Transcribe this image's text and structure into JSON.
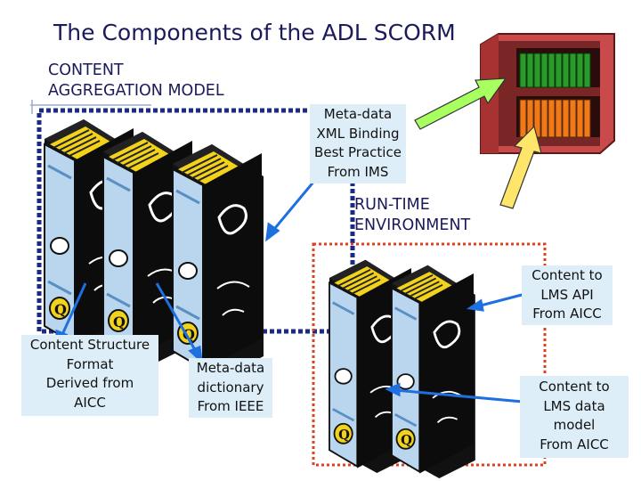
{
  "title": "The Components of the ADL SCORM",
  "aggregation": {
    "line1": "CONTENT",
    "line2": "AGGREGATION MODEL"
  },
  "runtime": {
    "line1": "RUN-TIME",
    "line2": "ENVIRONMENT"
  },
  "labels": {
    "metadata_xml": [
      "Meta-data",
      "XML Binding",
      "Best Practice",
      "From IMS"
    ],
    "content_structure": [
      "Content Structure",
      "Format",
      "Derived from",
      "AICC"
    ],
    "metadata_dict": [
      "Meta-data",
      "dictionary",
      "From IEEE"
    ],
    "lms_api": [
      "Content to",
      "LMS API",
      "From AICC"
    ],
    "lms_data": [
      "Content to",
      "LMS data",
      "model",
      "From AICC"
    ]
  },
  "colors": {
    "title": "#1a1a5c",
    "box_blue": "#1a2a8a",
    "box_red": "#e04020",
    "label_bg": "#ddeef9",
    "arrow_blue": "#1e6fe0",
    "arrow_green": "#a8ff60",
    "arrow_yellow": "#ffe66a"
  }
}
